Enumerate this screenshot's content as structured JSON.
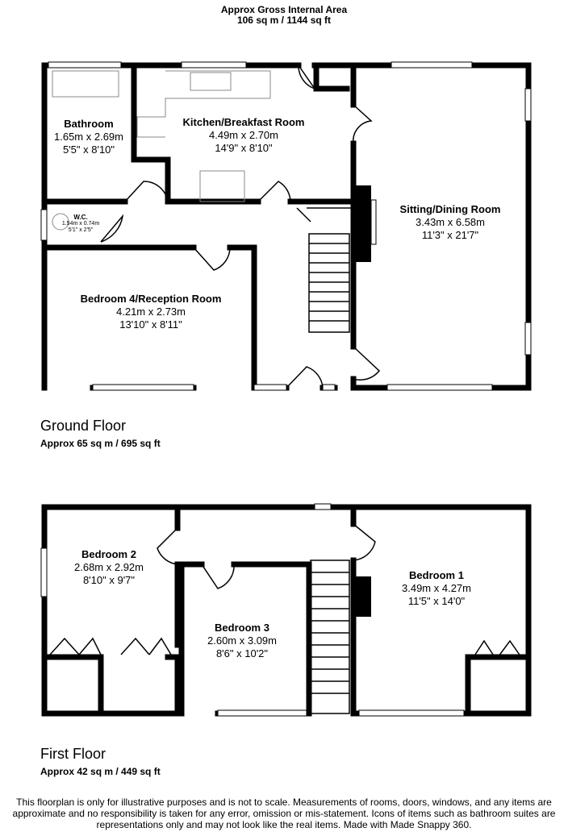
{
  "header": {
    "title": "Approx Gross Internal Area",
    "area": "106 sq m / 1144 sq ft"
  },
  "ground_floor": {
    "label": "Ground Floor",
    "area": "Approx 65 sq m / 695 sq ft",
    "rooms": [
      {
        "name": "Bathroom",
        "metric": "1.65m x 2.69m",
        "imperial": "5'5\" x 8'10\""
      },
      {
        "name": "Kitchen/Breakfast Room",
        "metric": "4.49m x 2.70m",
        "imperial": "14'9\" x 8'10\""
      },
      {
        "name": "Sitting/Dining Room",
        "metric": "3.43m x 6.58m",
        "imperial": "11'3\" x 21'7\""
      },
      {
        "name": "W.C.",
        "metric": "1.54m x 0.74m",
        "imperial": "5'1\" x 2'5\""
      },
      {
        "name": "Bedroom 4/Reception Room",
        "metric": "4.21m x 2.73m",
        "imperial": "13'10\" x 8'11\""
      }
    ]
  },
  "first_floor": {
    "label": "First Floor",
    "area": "Approx 42 sq m / 449 sq ft",
    "rooms": [
      {
        "name": "Bedroom 2",
        "metric": "2.68m x 2.92m",
        "imperial": "8'10\" x 9'7\""
      },
      {
        "name": "Bedroom 3",
        "metric": "2.60m x 3.09m",
        "imperial": "8'6\" x 10'2\""
      },
      {
        "name": "Bedroom 1",
        "metric": "3.49m x 4.27m",
        "imperial": "11'5\" x 14'0\""
      }
    ]
  },
  "disclaimer": "This floorplan is only for illustrative purposes and is not to scale. Measurements of rooms, doors, windows, and any items are approximate and no responsibility is taken for any error, omission or mis-statement. Icons of items such as bathroom suites are representations only and may not look like the real items. Made with Made Snappy 360."
}
